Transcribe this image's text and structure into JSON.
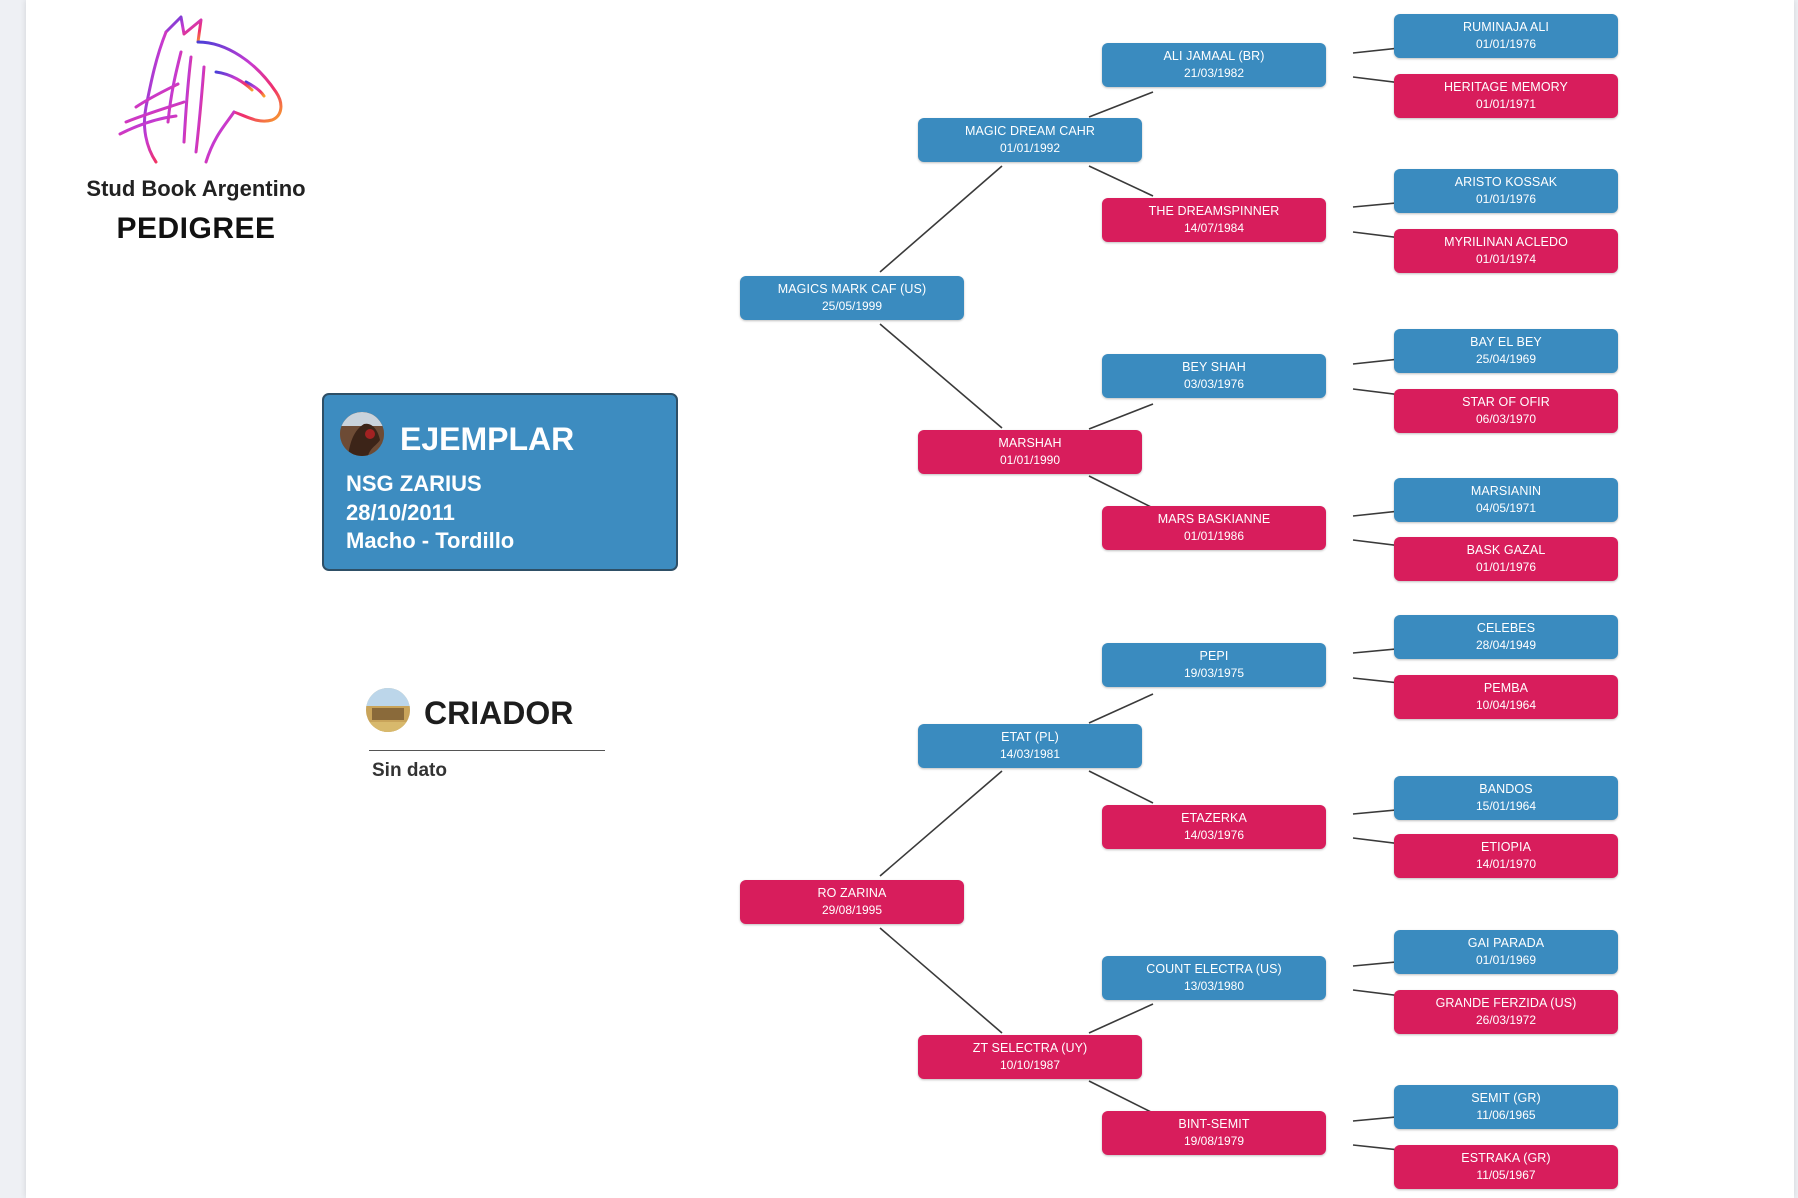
{
  "header": {
    "org": "Stud Book Argentino",
    "title": "PEDIGREE"
  },
  "ejemplar": {
    "heading": "EJEMPLAR",
    "name": "NSG ZARIUS",
    "birth": "28/10/2011",
    "sex_color": "Macho - Tordillo"
  },
  "criador": {
    "heading": "CRIADOR",
    "value": "Sin dato"
  },
  "colors": {
    "male": "#3a8bbf",
    "female": "#d81d5c",
    "ejemplar_bg": "#3d8cc0"
  },
  "pedigree": {
    "sire": {
      "name": "MAGICS MARK CAF (US)",
      "date": "25/05/1999"
    },
    "dam": {
      "name": "RO ZARINA",
      "date": "29/08/1995"
    },
    "sire_sire": {
      "name": "MAGIC DREAM CAHR",
      "date": "01/01/1992"
    },
    "sire_dam": {
      "name": "MARSHAH",
      "date": "01/01/1990"
    },
    "dam_sire": {
      "name": "ETAT (PL)",
      "date": "14/03/1981"
    },
    "dam_dam": {
      "name": "ZT SELECTRA (UY)",
      "date": "10/10/1987"
    },
    "g3": [
      {
        "name": "ALI JAMAAL (BR)",
        "date": "21/03/1982"
      },
      {
        "name": "THE DREAMSPINNER",
        "date": "14/07/1984"
      },
      {
        "name": "BEY SHAH",
        "date": "03/03/1976"
      },
      {
        "name": "MARS BASKIANNE",
        "date": "01/01/1986"
      },
      {
        "name": "PEPI",
        "date": "19/03/1975"
      },
      {
        "name": "ETAZERKA",
        "date": "14/03/1976"
      },
      {
        "name": "COUNT ELECTRA (US)",
        "date": "13/03/1980"
      },
      {
        "name": "BINT-SEMIT",
        "date": "19/08/1979"
      }
    ],
    "g4": [
      {
        "name": "RUMINAJA ALI",
        "date": "01/01/1976"
      },
      {
        "name": "HERITAGE MEMORY",
        "date": "01/01/1971"
      },
      {
        "name": "ARISTO KOSSAK",
        "date": "01/01/1976"
      },
      {
        "name": "MYRILINAN ACLEDO",
        "date": "01/01/1974"
      },
      {
        "name": "BAY EL BEY",
        "date": "25/04/1969"
      },
      {
        "name": "STAR OF OFIR",
        "date": "06/03/1970"
      },
      {
        "name": "MARSIANIN",
        "date": "04/05/1971"
      },
      {
        "name": "BASK GAZAL",
        "date": "01/01/1976"
      },
      {
        "name": "CELEBES",
        "date": "28/04/1949"
      },
      {
        "name": "PEMBA",
        "date": "10/04/1964"
      },
      {
        "name": "BANDOS",
        "date": "15/01/1964"
      },
      {
        "name": "ETIOPIA",
        "date": "14/01/1970"
      },
      {
        "name": "GAI PARADA",
        "date": "01/01/1969"
      },
      {
        "name": "GRANDE FERZIDA (US)",
        "date": "26/03/1972"
      },
      {
        "name": "SEMIT (GR)",
        "date": "11/06/1965"
      },
      {
        "name": "ESTRAKA (GR)",
        "date": "11/05/1967"
      }
    ]
  }
}
